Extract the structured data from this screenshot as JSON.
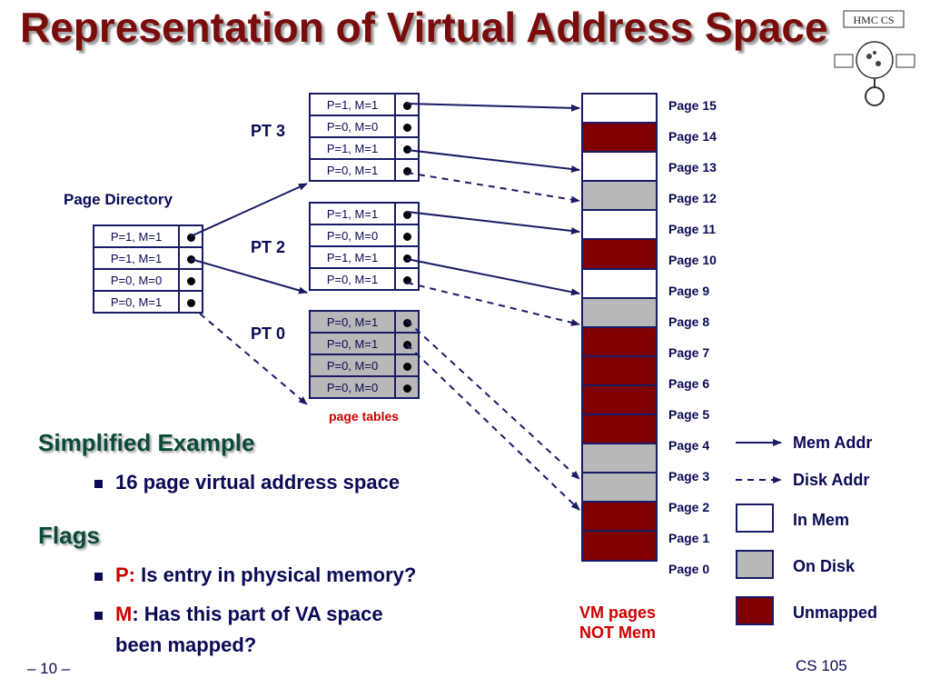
{
  "title": "Representation of Virtual Address Space",
  "page_directory": {
    "label": "Page Directory",
    "entries": [
      "P=1, M=1",
      "P=1, M=1",
      "P=0, M=0",
      "P=0, M=1"
    ]
  },
  "page_tables": [
    {
      "label": "PT 3",
      "entries": [
        "P=1, M=1",
        "P=0, M=0",
        "P=1, M=1",
        "P=0, M=1"
      ]
    },
    {
      "label": "PT 2",
      "entries": [
        "P=1, M=1",
        "P=0, M=0",
        "P=1, M=1",
        "P=0, M=1"
      ]
    },
    {
      "label": "PT 0",
      "entries": [
        "P=0, M=1",
        "P=0, M=1",
        "P=0, M=0",
        "P=0, M=0"
      ]
    }
  ],
  "page_tables_caption": "page tables",
  "vm_pages": [
    "Page 15",
    "Page 14",
    "Page 13",
    "Page 12",
    "Page 11",
    "Page 10",
    "Page 9",
    "Page 8",
    "Page 7",
    "Page 6",
    "Page 5",
    "Page 4",
    "Page 3",
    "Page 2",
    "Page 1",
    "Page 0"
  ],
  "vm_caption_line1": "VM pages",
  "vm_caption_line2": "NOT Mem",
  "legend": {
    "mem_addr": "Mem Addr",
    "disk_addr": "Disk Addr",
    "in_mem": "In Mem",
    "on_disk": "On Disk",
    "unmapped": "Unmapped"
  },
  "body": {
    "heading1": "Simplified Example",
    "bullet1": "16 page virtual address space",
    "heading2": "Flags",
    "bullet2_key": "P:",
    "bullet2_text": " Is entry in physical memory?",
    "bullet3_key": "M",
    "bullet3_text": ": Has this part of VA space",
    "bullet3_cont": "been mapped?"
  },
  "footer": {
    "page_number": "– 10 –",
    "course": "CS 105"
  },
  "logo_text": "HMC CS",
  "colors": {
    "title": "#7a0c0c",
    "unmapped": "#800000",
    "on_disk": "#b8b8b8",
    "text": "#0a0a55",
    "accent_red": "#cc0000"
  }
}
